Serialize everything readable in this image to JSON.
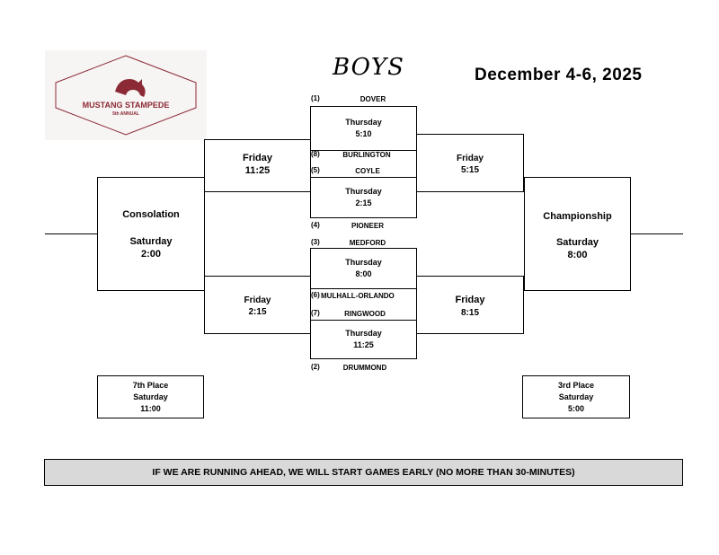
{
  "logo": {
    "name": "MUSTANG STAMPEDE",
    "edition": "5th ANNUAL"
  },
  "header": {
    "title": "BOYS",
    "dates": "December 4-6, 2025"
  },
  "quarterfinals": [
    {
      "day": "Thursday",
      "time": "5:10",
      "top_seed": "(1)",
      "top_team": "DOVER",
      "bottom_seed": "(8)",
      "bottom_team": "BURLINGTON"
    },
    {
      "day": "Thursday",
      "time": "2:15",
      "top_seed": "(5)",
      "top_team": "COYLE",
      "bottom_seed": "(4)",
      "bottom_team": "PIONEER"
    },
    {
      "day": "Thursday",
      "time": "8:00",
      "top_seed": "(3)",
      "top_team": "MEDFORD",
      "bottom_seed": "(6)",
      "bottom_team": "MULHALL-ORLANDO"
    },
    {
      "day": "Thursday",
      "time": "11:25",
      "top_seed": "(7)",
      "top_team": "RINGWOOD",
      "bottom_seed": "(2)",
      "bottom_team": "DRUMMOND"
    }
  ],
  "left_semis": [
    {
      "day": "Friday",
      "time": "11:25"
    },
    {
      "day": "Friday",
      "time": "2:15"
    }
  ],
  "right_semis": [
    {
      "day": "Friday",
      "time": "5:15"
    },
    {
      "day": "Friday",
      "time": "8:15"
    }
  ],
  "consolation": {
    "label": "Consolation",
    "day": "Saturday",
    "time": "2:00"
  },
  "championship": {
    "label": "Championship",
    "day": "Saturday",
    "time": "8:00"
  },
  "seventh_place": {
    "label": "7th Place",
    "day": "Saturday",
    "time": "11:00"
  },
  "third_place": {
    "label": "3rd Place",
    "day": "Saturday",
    "time": "5:00"
  },
  "notice": "IF WE ARE RUNNING AHEAD, WE WILL START GAMES EARLY (NO MORE THAN 30-MINUTES)",
  "colors": {
    "logo_red": "#8b2a35",
    "banner_gray": "#d9d9d9"
  }
}
